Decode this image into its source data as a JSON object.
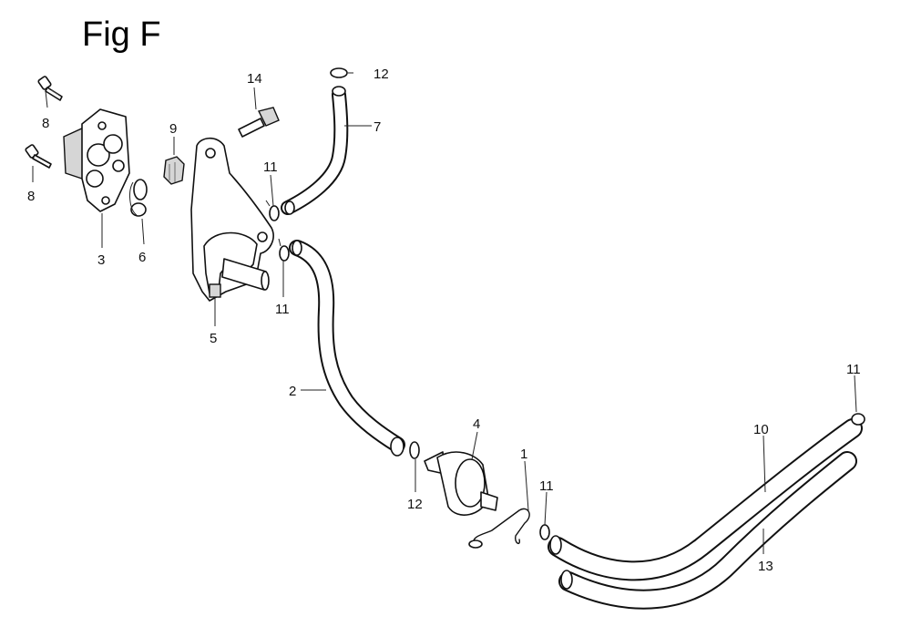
{
  "figure": {
    "title": "Fig F"
  },
  "callouts": {
    "c1": "1",
    "c2": "2",
    "c3": "3",
    "c4": "4",
    "c5": "5",
    "c6": "6",
    "c7": "7",
    "c8a": "8",
    "c8b": "8",
    "c9": "9",
    "c10": "10",
    "c11a": "11",
    "c11b": "11",
    "c11c": "11",
    "c11d": "11",
    "c12a": "12",
    "c12b": "12",
    "c13": "13",
    "c14": "14"
  }
}
